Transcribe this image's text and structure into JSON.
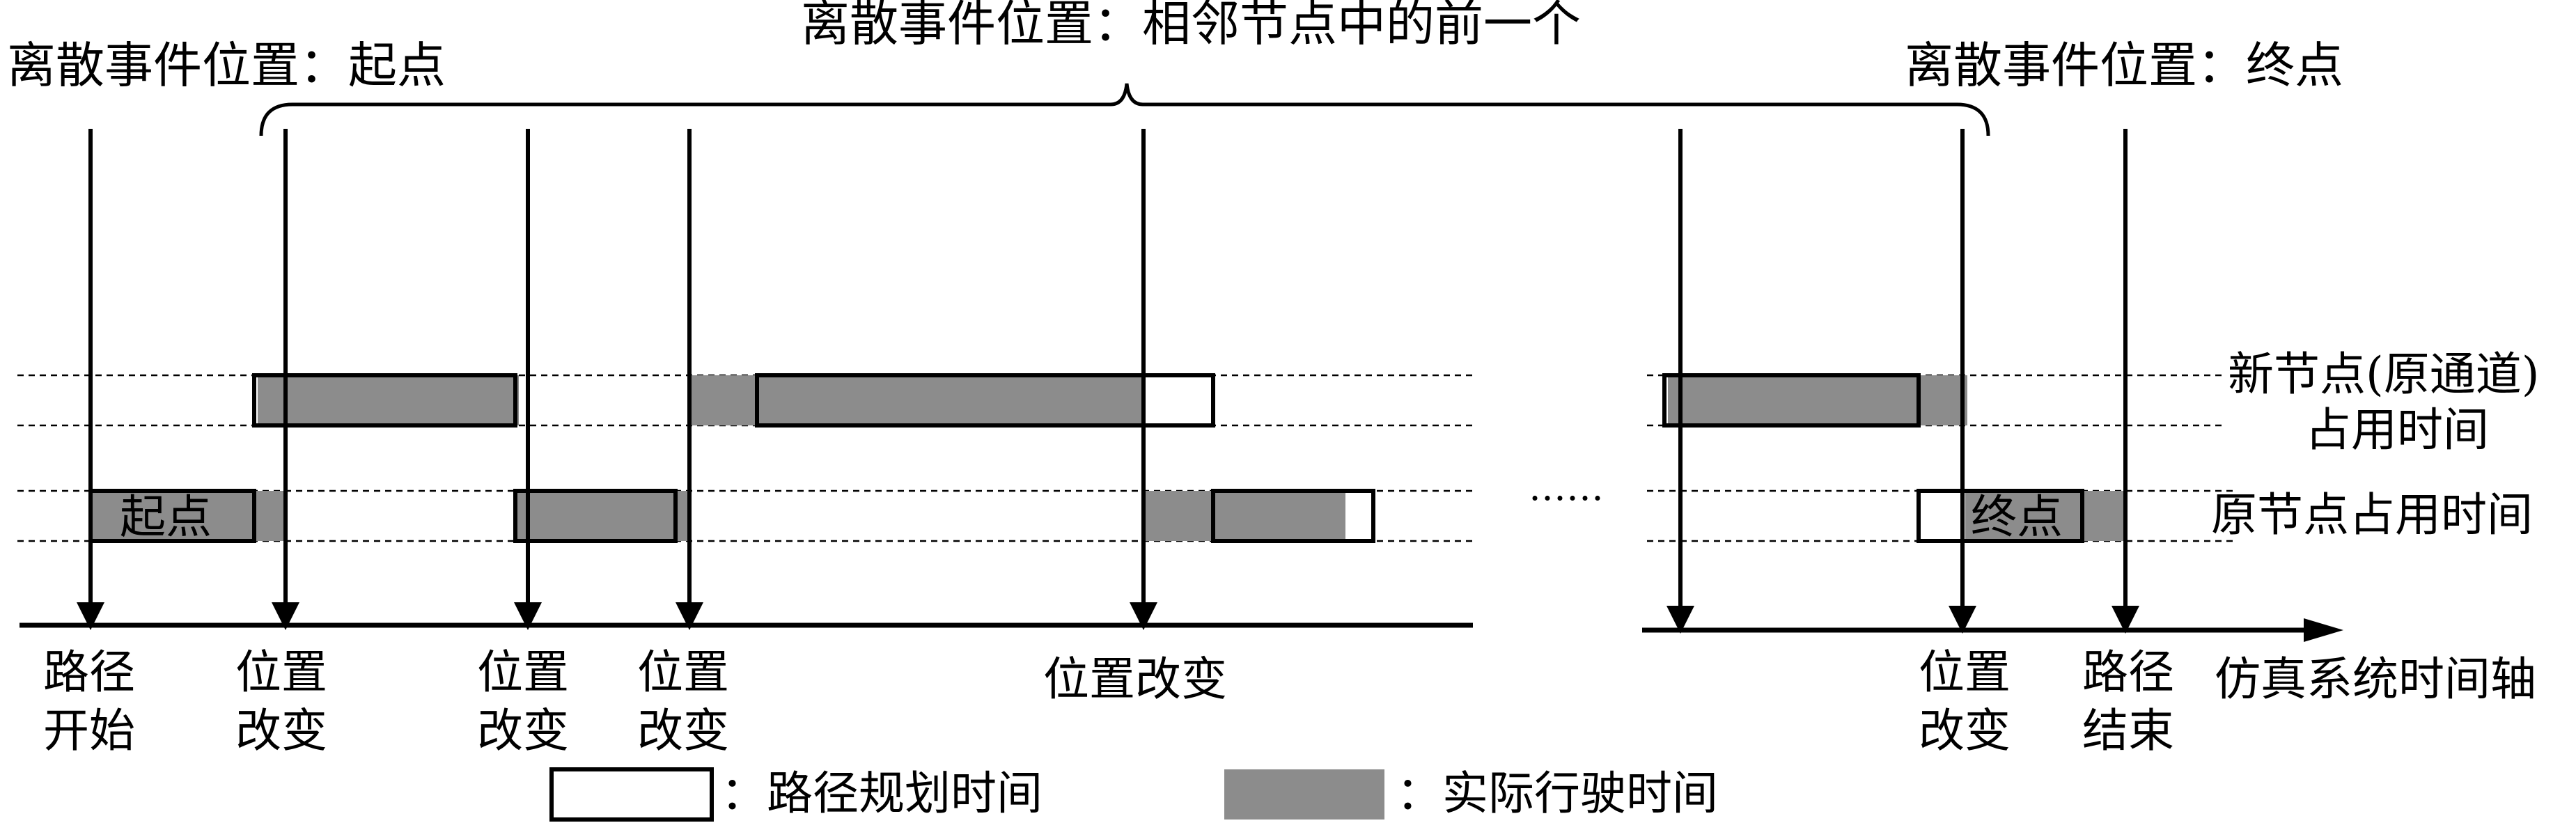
{
  "top_labels": {
    "start_event": "离散事件位置：起点",
    "middle_event": "离散事件位置：相邻节点中的前一个",
    "end_event": "离散事件位置：终点"
  },
  "row_labels": {
    "new_node_line1": "新节点(原通道)",
    "new_node_line2": "占用时间",
    "old_node": "原节点占用时间"
  },
  "bar_text": {
    "start": "起点",
    "end": "终点"
  },
  "ellipsis": "……",
  "axis": {
    "label": "仿真系统时间轴"
  },
  "axis_events": [
    {
      "id": "path-start",
      "lines": [
        "路径",
        "开始"
      ]
    },
    {
      "id": "change-1",
      "lines": [
        "位置",
        "改变"
      ]
    },
    {
      "id": "change-2",
      "lines": [
        "位置",
        "改变"
      ]
    },
    {
      "id": "change-3",
      "lines": [
        "位置",
        "改变"
      ]
    },
    {
      "id": "change-4",
      "lines": [
        "位置改变"
      ]
    },
    {
      "id": "change-5",
      "lines": [
        "位置",
        "改变"
      ]
    },
    {
      "id": "path-end",
      "lines": [
        "路径",
        "结束"
      ]
    }
  ],
  "legend": {
    "planned": "：路径规划时间",
    "actual": "：实际行驶时间"
  },
  "colors": {
    "actual_fill": "#8c8c8c",
    "planned_fill": "#ffffff",
    "stroke": "#000000"
  }
}
